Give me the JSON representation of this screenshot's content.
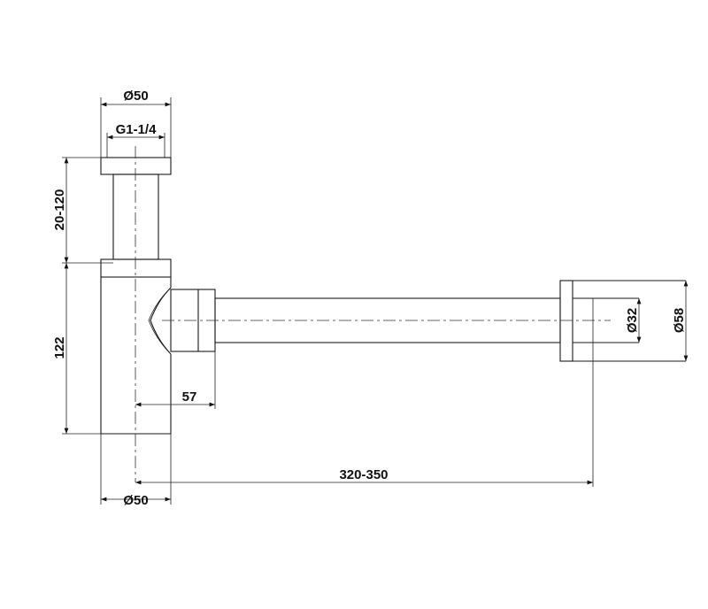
{
  "drawing": {
    "title": "Bottle trap dimension drawing",
    "dimensions": {
      "top_diameter": "Ø50",
      "thread": "G1-1/4",
      "height_adjust": "20-120",
      "body_height": "122",
      "outlet_offset": "57",
      "length": "320-350",
      "bottom_diameter": "Ø50",
      "pipe_diameter": "Ø32",
      "flange_diameter": "Ø58"
    }
  }
}
